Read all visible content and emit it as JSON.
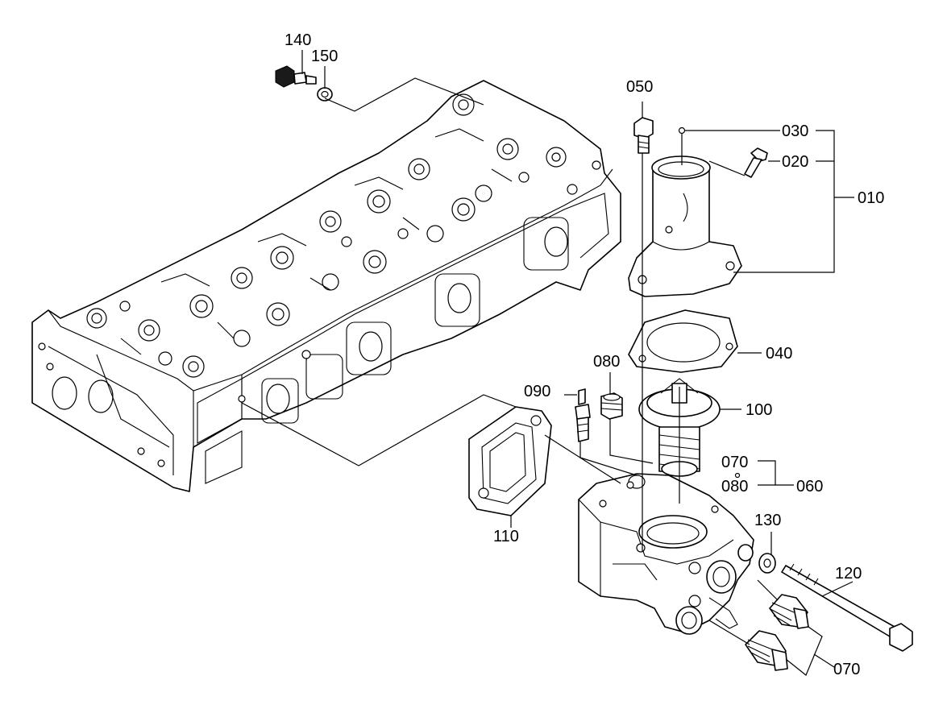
{
  "callouts": {
    "c140": "140",
    "c150": "150",
    "c050": "050",
    "c030": "030",
    "c020": "020",
    "c010": "010",
    "c040": "040",
    "c080a": "080",
    "c090": "090",
    "c100": "100",
    "c070a": "070",
    "c080b": "080",
    "c060": "060",
    "c110": "110",
    "c130": "130",
    "c120": "120",
    "c070b": "070"
  }
}
